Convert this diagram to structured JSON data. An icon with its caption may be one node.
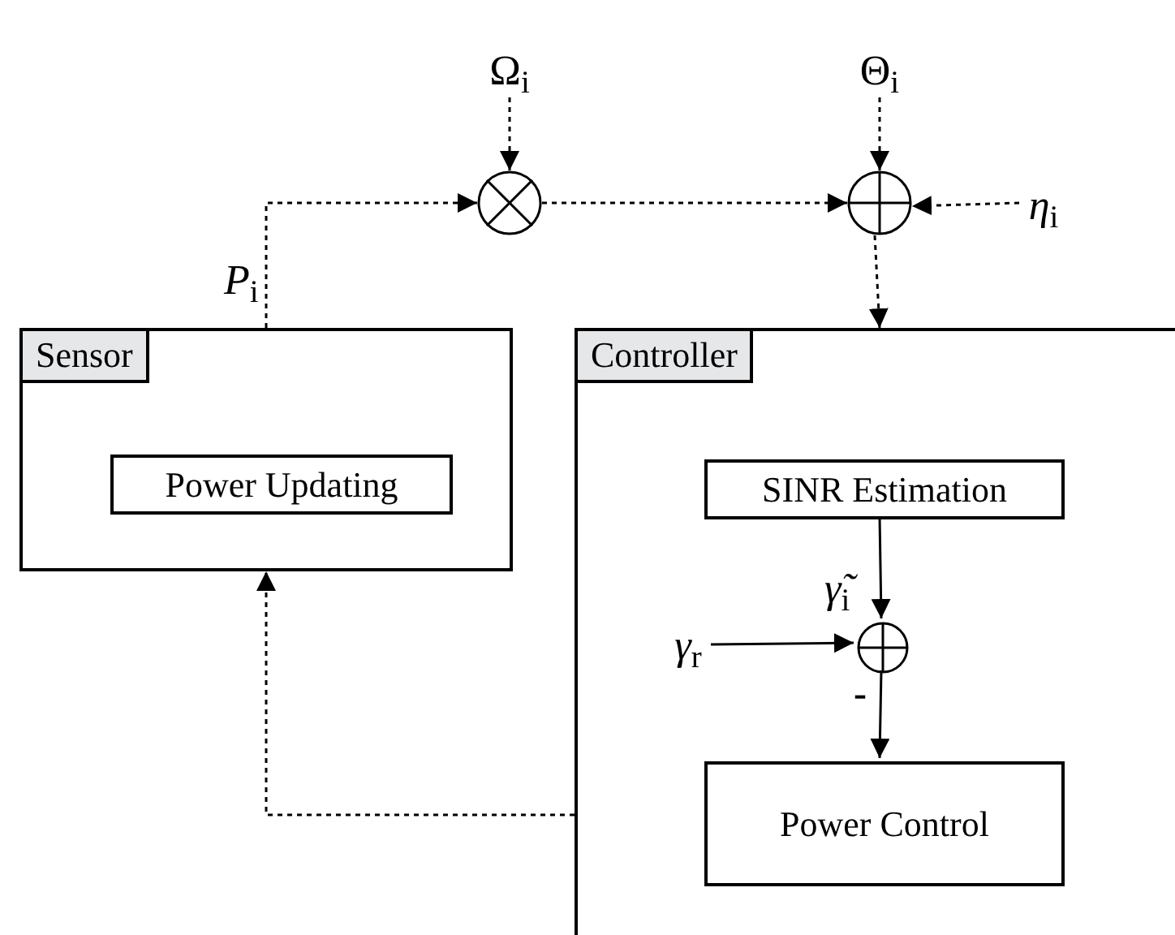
{
  "diagram": {
    "nodes": [
      {
        "text": [
          "Sensor"
        ]
      },
      {
        "text": [
          "Power Updating"
        ],
        "in": 0
      },
      {
        "text": [
          "Controller"
        ]
      },
      {
        "text": [
          "SINR Estimation"
        ],
        "in": 2
      },
      {
        "text": [],
        "shape": "circle",
        "in": 2,
        "beside": [
          "-"
        ]
      },
      {
        "text": [
          "Power Control"
        ],
        "in": 2
      },
      {
        "text": [],
        "shape": "circle"
      },
      {
        "text": [],
        "shape": "circle"
      },
      {
        "text": [
          "Ω$_{i}$"
        ]
      },
      {
        "text": [
          "Θ$_{i}$"
        ]
      },
      {
        "text": [
          "*η*$_{i}$"
        ]
      },
      {
        "text": [
          "*γ*$_{r}$"
        ],
        "in": 2
      }
    ],
    "edges": [
      {
        "from": 0,
        "to": 6,
        "arrow": "to",
        "style": "dashed",
        "label": "*P*$_{i}$"
      },
      {
        "from": 8,
        "to": 6,
        "arrow": "to",
        "style": "dashed"
      },
      {
        "from": 6,
        "to": 7,
        "arrow": "to",
        "style": "dashed"
      },
      {
        "from": 9,
        "to": 7,
        "arrow": "to",
        "style": "dashed"
      },
      {
        "from": 10,
        "to": 7,
        "arrow": "to",
        "style": "dashed"
      },
      {
        "from": 7,
        "to": 2,
        "arrow": "to",
        "style": "dashed"
      },
      {
        "from": 3,
        "to": 4,
        "arrow": "to",
        "label": "*γ̃*$_{i}$"
      },
      {
        "from": 11,
        "to": 4,
        "arrow": "to"
      },
      {
        "from": 4,
        "to": 5,
        "arrow": "to"
      },
      {
        "from": 2,
        "to": 0,
        "arrow": "to",
        "style": "dashed"
      }
    ]
  }
}
